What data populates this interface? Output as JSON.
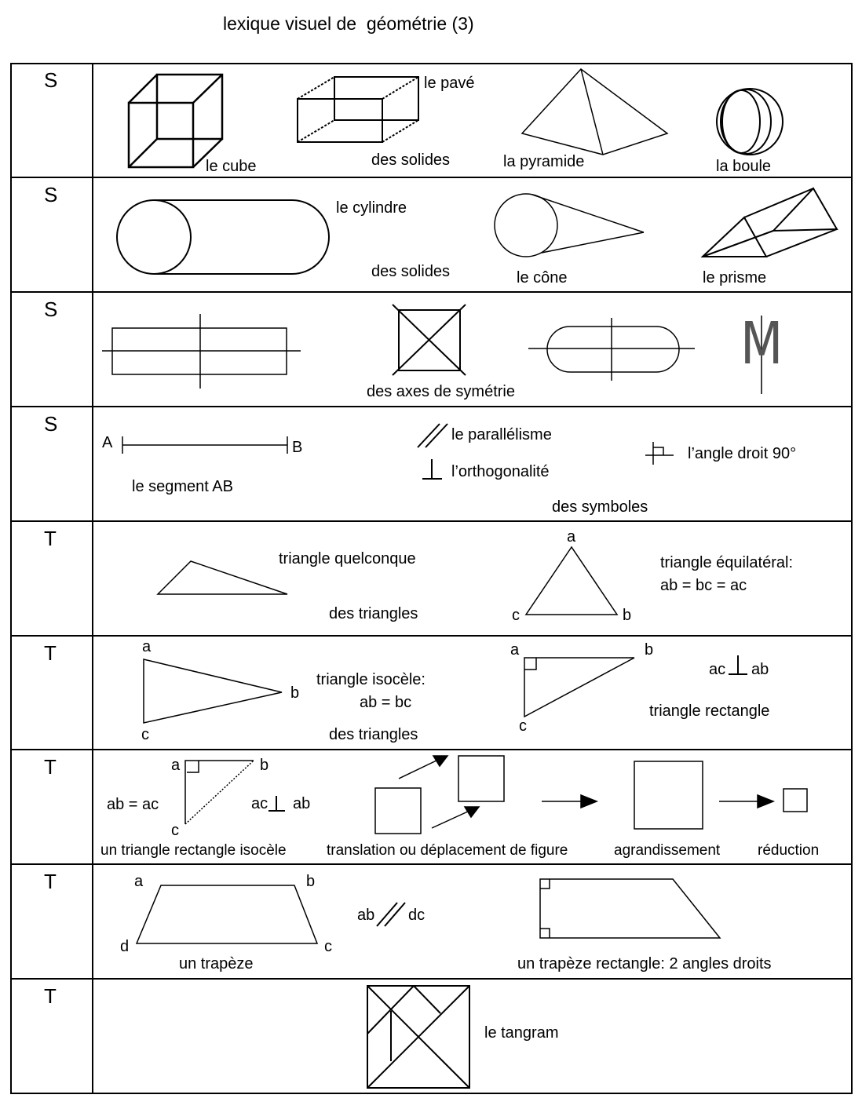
{
  "title": "lexique visuel de  géométrie (3)",
  "rows": [
    {
      "letter": "S",
      "labels": {
        "cube": "le cube",
        "pave": "le pavé",
        "group": "des solides",
        "pyramid": "la pyramide",
        "ball": "la boule"
      }
    },
    {
      "letter": "S",
      "labels": {
        "cylinder": "le cylindre",
        "group": "des solides",
        "cone": "le cône",
        "prism": "le prisme"
      }
    },
    {
      "letter": "S",
      "labels": {
        "group": "des axes de symétrie",
        "m_letter": "M"
      }
    },
    {
      "letter": "S",
      "labels": {
        "point_a": "A",
        "point_b": "B",
        "segment": "le segment AB",
        "parallel": "le parallélisme",
        "orthogonal": "l’orthogonalité",
        "right_angle": "l’angle droit 90°",
        "group": "des symboles"
      }
    },
    {
      "letter": "T",
      "labels": {
        "scalene": "triangle quelconque",
        "group": "des triangles",
        "a": "a",
        "b": "b",
        "c": "c",
        "equilateral": "triangle équilatéral:",
        "equilateral_rule": "ab = bc = ac"
      }
    },
    {
      "letter": "T",
      "labels": {
        "a1": "a",
        "b1": "b",
        "c1": "c",
        "isosceles": "triangle isocèle:",
        "isosceles_rule": "ab = bc",
        "group": "des triangles",
        "a2": "a",
        "b2": "b",
        "c2": "c",
        "perp_left": "ac",
        "perp_right": "ab",
        "right": "triangle rectangle"
      }
    },
    {
      "letter": "T",
      "labels": {
        "a": "a",
        "b": "b",
        "c": "c",
        "eq": "ab = ac",
        "perp_left": "ac",
        "perp_right": "ab",
        "right_isosceles": "un triangle rectangle isocèle",
        "translation": "translation ou déplacement de figure",
        "enlargement": "agrandissement",
        "reduction": "réduction"
      }
    },
    {
      "letter": "T",
      "labels": {
        "a": "a",
        "b": "b",
        "c": "c",
        "d": "d",
        "trapezoid": "un trapèze",
        "par_left": "ab",
        "par_right": "dc",
        "right_trapezoid": "un trapèze rectangle: 2 angles droits"
      }
    },
    {
      "letter": "T",
      "labels": {
        "tangram": "le tangram"
      }
    }
  ]
}
